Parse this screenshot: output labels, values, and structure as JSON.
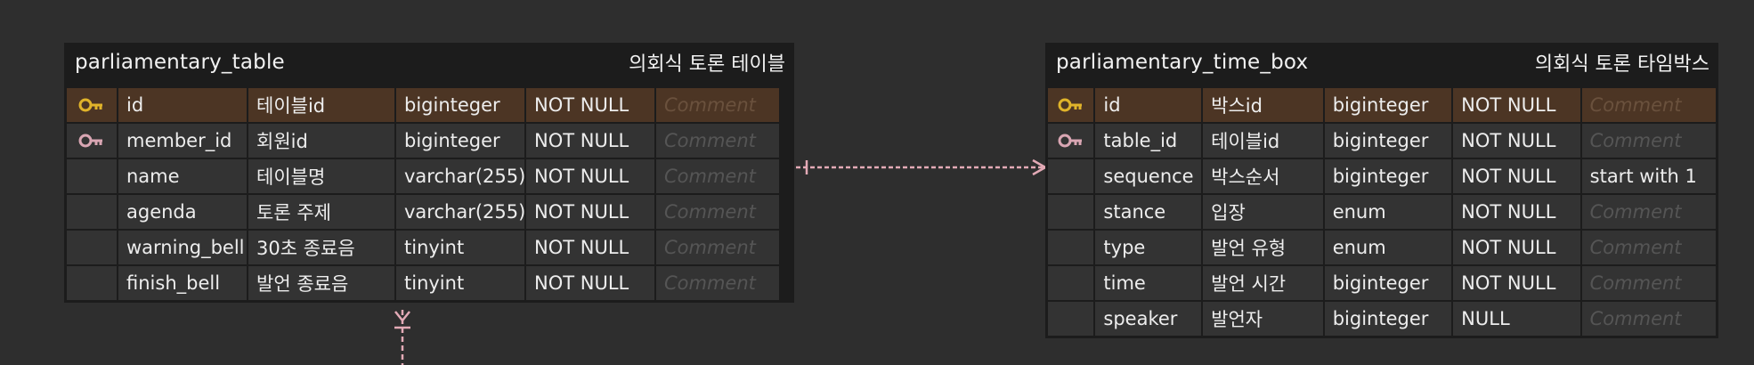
{
  "tables": [
    {
      "name": "parliamentary_table",
      "label_kr": "의회식 토론 테이블",
      "rows": [
        {
          "key": "pk",
          "column": "id",
          "korean": "테이블id",
          "type": "biginteger",
          "nullable": "NOT NULL",
          "comment": "Comment",
          "comment_placeholder": true
        },
        {
          "key": "fk",
          "column": "member_id",
          "korean": "회원id",
          "type": "biginteger",
          "nullable": "NOT NULL",
          "comment": "Comment",
          "comment_placeholder": true
        },
        {
          "key": "",
          "column": "name",
          "korean": "테이블명",
          "type": "varchar(255)",
          "nullable": "NOT NULL",
          "comment": "Comment",
          "comment_placeholder": true
        },
        {
          "key": "",
          "column": "agenda",
          "korean": "토론 주제",
          "type": "varchar(255)",
          "nullable": "NOT NULL",
          "comment": "Comment",
          "comment_placeholder": true
        },
        {
          "key": "",
          "column": "warning_bell",
          "korean": "30초 종료음",
          "type": "tinyint",
          "nullable": "NOT NULL",
          "comment": "Comment",
          "comment_placeholder": true
        },
        {
          "key": "",
          "column": "finish_bell",
          "korean": "발언 종료음",
          "type": "tinyint",
          "nullable": "NOT NULL",
          "comment": "Comment",
          "comment_placeholder": true
        }
      ]
    },
    {
      "name": "parliamentary_time_box",
      "label_kr": "의회식 토론 타임박스",
      "rows": [
        {
          "key": "pk",
          "column": "id",
          "korean": "박스id",
          "type": "biginteger",
          "nullable": "NOT NULL",
          "comment": "Comment",
          "comment_placeholder": true
        },
        {
          "key": "fk",
          "column": "table_id",
          "korean": "테이블id",
          "type": "biginteger",
          "nullable": "NOT NULL",
          "comment": "Comment",
          "comment_placeholder": true
        },
        {
          "key": "",
          "column": "sequence",
          "korean": "박스순서",
          "type": "biginteger",
          "nullable": "NOT NULL",
          "comment": "start with 1",
          "comment_placeholder": false
        },
        {
          "key": "",
          "column": "stance",
          "korean": "입장",
          "type": "enum",
          "nullable": "NOT NULL",
          "comment": "Comment",
          "comment_placeholder": true
        },
        {
          "key": "",
          "column": "type",
          "korean": "발언 유형",
          "type": "enum",
          "nullable": "NOT NULL",
          "comment": "Comment",
          "comment_placeholder": true
        },
        {
          "key": "",
          "column": "time",
          "korean": "발언 시간",
          "type": "biginteger",
          "nullable": "NOT NULL",
          "comment": "Comment",
          "comment_placeholder": true
        },
        {
          "key": "",
          "column": "speaker",
          "korean": "발언자",
          "type": "biginteger",
          "nullable": "NULL",
          "comment": "Comment",
          "comment_placeholder": true
        }
      ]
    }
  ],
  "colors": {
    "background": "#2e2e2e",
    "table_bg": "#1c1c1c",
    "cell_bg": "#333333",
    "pk_row_bg": "#4c3524",
    "pk_key_icon": "#e0b32a",
    "fk_key_icon": "#d9a6b3",
    "relation_line": "#e3aab6"
  }
}
